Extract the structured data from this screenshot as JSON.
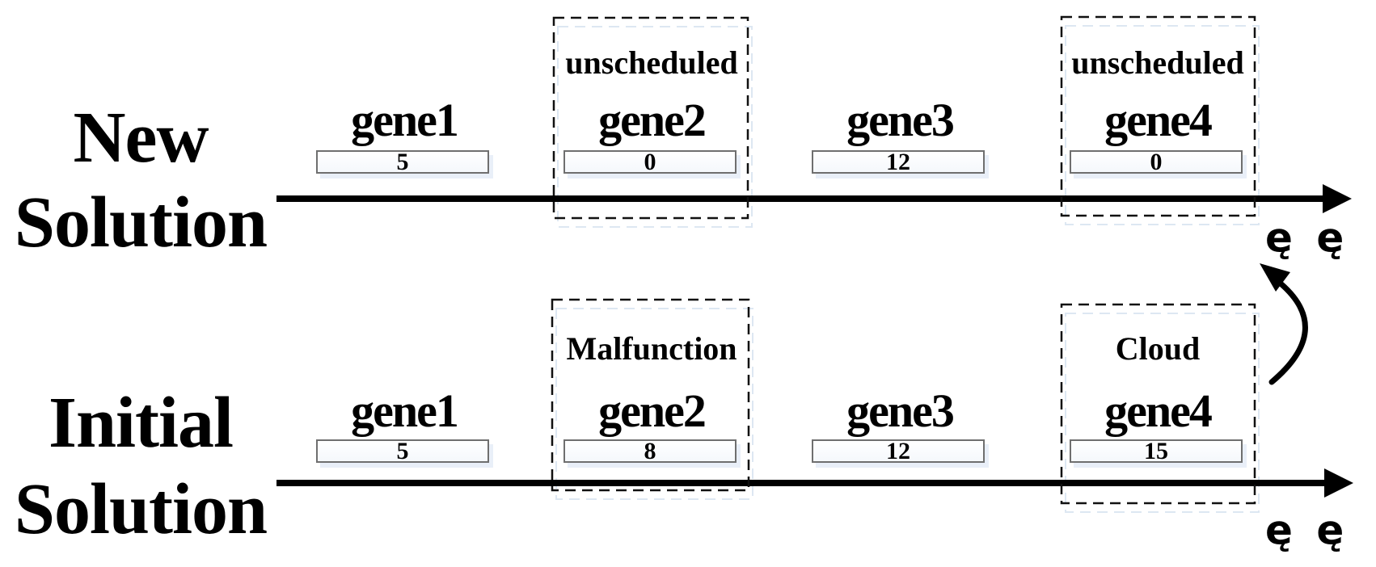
{
  "rows": [
    {
      "label_line1": "New",
      "label_line2": "Solution",
      "suffix": "ę ę",
      "genes": [
        {
          "name": "gene1",
          "value": "5",
          "status": null
        },
        {
          "name": "gene2",
          "value": "0",
          "status": "unscheduled"
        },
        {
          "name": "gene3",
          "value": "12",
          "status": null
        },
        {
          "name": "gene4",
          "value": "0",
          "status": "unscheduled"
        }
      ]
    },
    {
      "label_line1": "Initial",
      "label_line2": "Solution",
      "suffix": "ę ę",
      "genes": [
        {
          "name": "gene1",
          "value": "5",
          "status": null
        },
        {
          "name": "gene2",
          "value": "8",
          "status": "Malfunction"
        },
        {
          "name": "gene3",
          "value": "12",
          "status": null
        },
        {
          "name": "gene4",
          "value": "15",
          "status": "Cloud"
        }
      ]
    }
  ],
  "colors": {
    "line": "#000000",
    "text": "#000000",
    "bar_border": "#6f6f6f",
    "bar_fill": "#ffffff",
    "bar_shadow": "#e9eff8",
    "dashed_box": "#111111",
    "dashed_box_shadow": "#dde7f2",
    "background": "#ffffff"
  }
}
